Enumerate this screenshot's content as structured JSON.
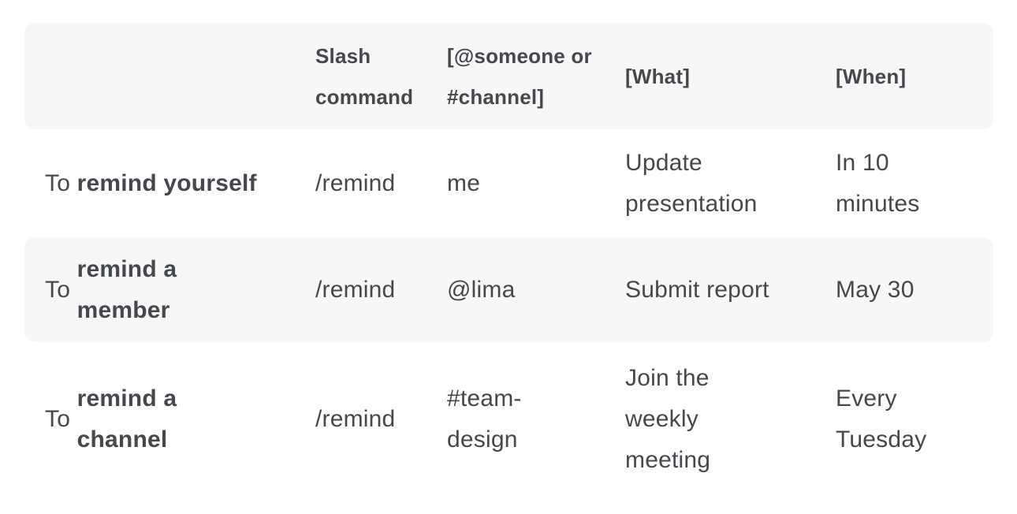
{
  "colors": {
    "text": "#45484d",
    "row_shaded_bg": "#f7f7f8"
  },
  "table": {
    "header": {
      "label": "",
      "slash_command": "Slash\ncommand",
      "someone_or_channel": "[@someone or\n#channel]",
      "what": "[What]",
      "when": "[When]"
    },
    "rows": [
      {
        "label_prefix": "To ",
        "label_bold": "remind yourself",
        "slash_command": "/remind",
        "target": "me",
        "what": "Update\npresentation",
        "when": "In 10\nminutes"
      },
      {
        "label_prefix": "To ",
        "label_bold": "remind a\nmember",
        "slash_command": "/remind",
        "target": "@lima",
        "what": "Submit report",
        "when": "May 30"
      },
      {
        "label_prefix": "To ",
        "label_bold": "remind a\nchannel",
        "slash_command": "/remind",
        "target": "#team-\ndesign",
        "what": "Join the\nweekly\nmeeting",
        "when": "Every\nTuesday"
      }
    ]
  }
}
